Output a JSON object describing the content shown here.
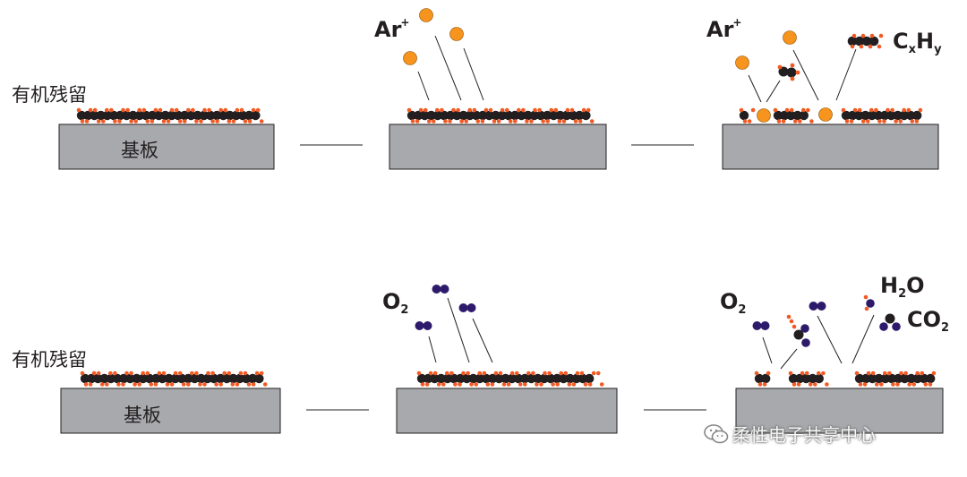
{
  "row1": {
    "residue_label": "有机残留",
    "substrate_label": "基板",
    "ion_label": "Ar",
    "ion_charge": "+",
    "ion_label_2": "Ar",
    "product_c": "C",
    "product_x": "x",
    "product_h": "H",
    "product_y": "y"
  },
  "row2": {
    "residue_label": "有机残留",
    "substrate_label": "基板",
    "o2_main": "O",
    "o2_sub": "2",
    "o2_main_2": "O",
    "o2_sub_2": "2",
    "h2o_h": "H",
    "h2o_2": "2",
    "h2o_o": "O",
    "co2_main": "CO",
    "co2_sub": "2"
  },
  "watermark": {
    "text": "柔性电子共享中心",
    "icon": "wechat-icon"
  },
  "colors": {
    "substrate": "#a7a9ac",
    "substrate_edge": "#231f20",
    "ion": "#f7941d",
    "oxygen": "#2e1a6b",
    "carbon": "#231f20",
    "hydrogen": "#f15a24",
    "line": "#231f20"
  }
}
